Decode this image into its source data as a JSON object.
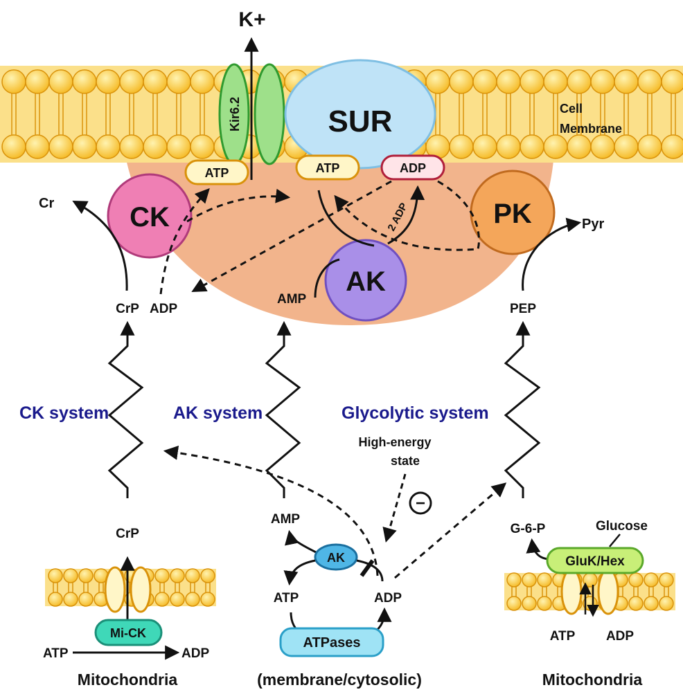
{
  "membrane": {
    "label_line1": "Cell",
    "label_line2": "Membrane",
    "ion": "K+",
    "channel_label": "Kir6.2",
    "receptor_label": "SUR",
    "sur_atp": "ATP",
    "sur_adp": "ADP",
    "kir_atp": "ATP"
  },
  "enzymes": {
    "ck": "CK",
    "pk": "PK",
    "ak": "AK",
    "mi_ck": "Mi-CK",
    "ak_small": "AK",
    "atpases": "ATPases",
    "gluk_hex": "GluK/Hex"
  },
  "metabolites": {
    "cr": "Cr",
    "crp_top": "CrP",
    "adp_ck": "ADP",
    "amp_ak": "AMP",
    "two_adp": "2 ADP",
    "pep": "PEP",
    "pyr": "Pyr",
    "crp_bottom": "CrP",
    "amp_bottom": "AMP",
    "atp_bottom": "ATP",
    "adp_bottom": "ADP",
    "g6p": "G-6-P",
    "glucose": "Glucose",
    "atp_mito_left": "ATP",
    "adp_mito_left": "ADP",
    "atp_mito_right": "ATP",
    "adp_mito_right": "ADP",
    "high_energy_1": "High-energy",
    "high_energy_2": "state",
    "minus": "−"
  },
  "systems": {
    "ck": "CK system",
    "ak": "AK system",
    "glycolytic": "Glycolytic system"
  },
  "bottom_labels": {
    "left": "Mitochondria",
    "center": "(membrane/cytosolic)",
    "right": "Mitochondria"
  },
  "colors": {
    "membrane_fill": "#f7c232",
    "membrane_stroke": "#d9920a",
    "cytosol": "#f2b48c",
    "channel": "#9ee08a",
    "sur": "#bfe3f7",
    "ck": "#ef7fb4",
    "pk": "#f4a65a",
    "ak": "#a98fe8",
    "mi_ck": "#3fd8b8",
    "ak_small": "#4fb6e6",
    "atpases": "#9fe3f5",
    "gluk": "#c8ef78",
    "system_text": "#1a1a8c"
  }
}
